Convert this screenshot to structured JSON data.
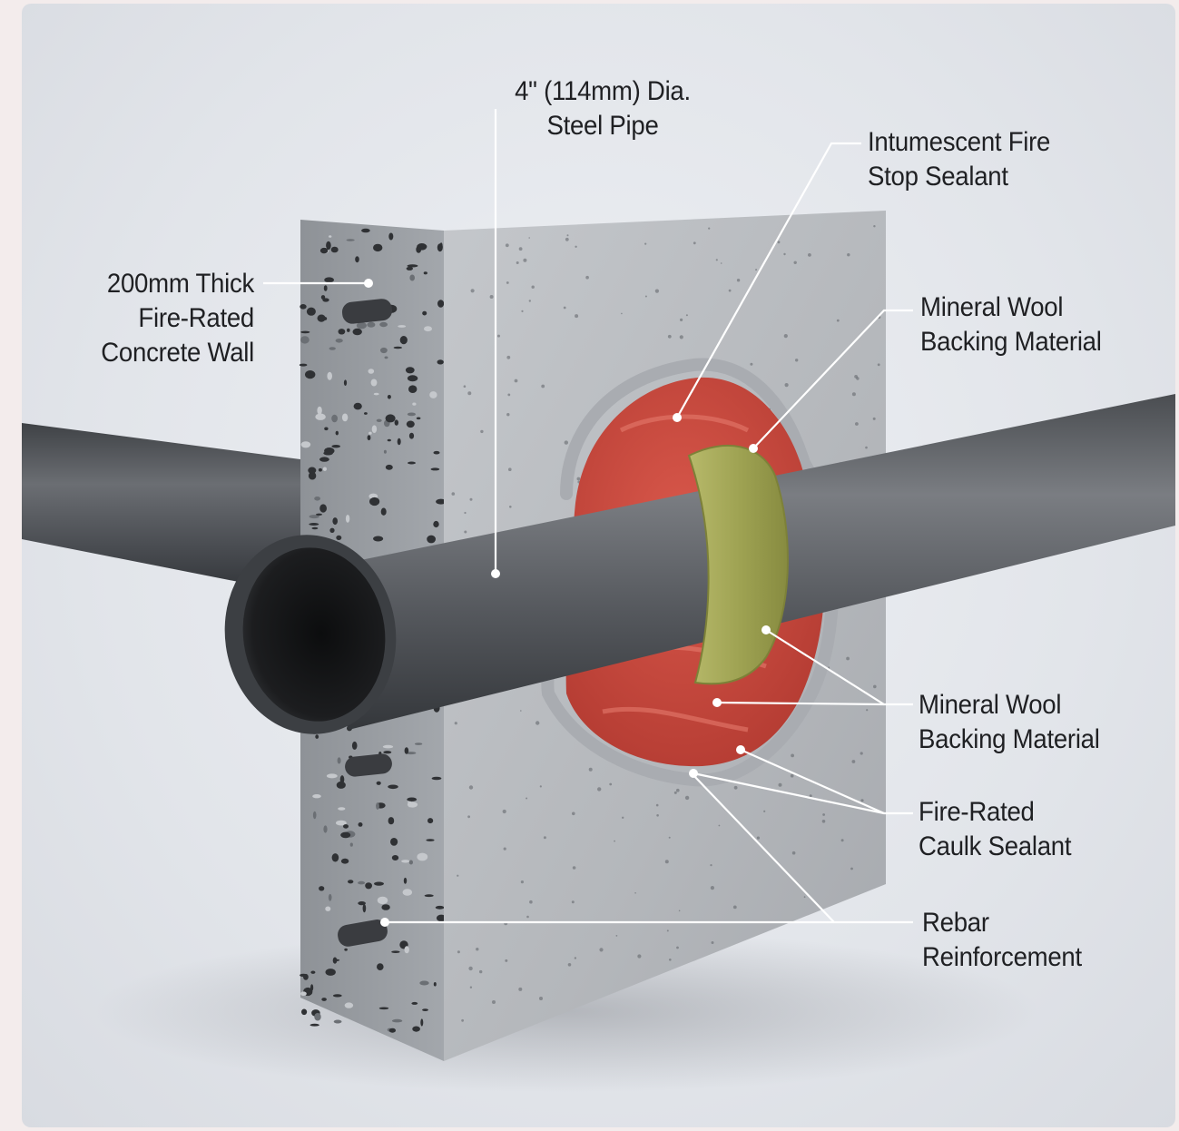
{
  "labels": {
    "pipe": {
      "line1": "4\" (114mm) Dia.",
      "line2": "Steel Pipe"
    },
    "wall": {
      "line1": "200mm Thick",
      "line2": "Fire-Rated",
      "line3": "Concrete Wall"
    },
    "intumescent": {
      "line1": "Intumescent Fire",
      "line2": "Stop Sealant"
    },
    "wool_top": {
      "line1": "Mineral Wool",
      "line2": "Backing Material"
    },
    "wool_bottom": {
      "line1": "Mineral Wool",
      "line2": "Backing Material"
    },
    "caulk": {
      "line1": "Fire-Rated",
      "line2": "Caulk Sealant"
    },
    "rebar": {
      "line1": "Rebar",
      "line2": "Reinforcement"
    }
  },
  "colors": {
    "concrete_face": "#b9bcc0",
    "concrete_side": "#9a9ea3",
    "pipe": "#56595e",
    "intumescent": "#c9473d",
    "mineral_wool": "#9ea14f",
    "caulk": "#a8abb0",
    "leader": "#ffffff"
  }
}
